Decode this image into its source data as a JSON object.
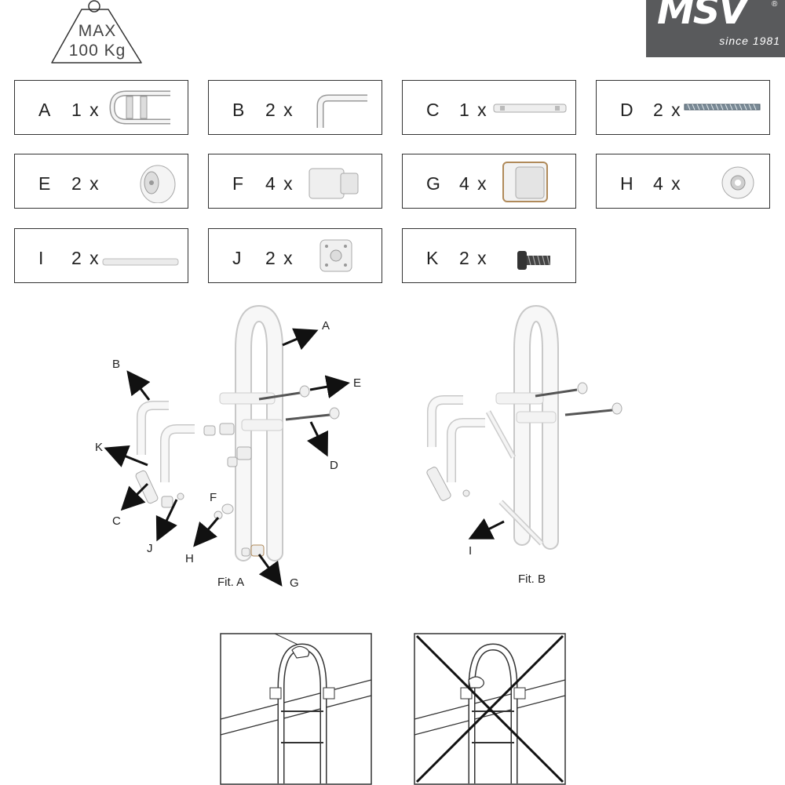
{
  "weight_icon": {
    "line1": "MAX",
    "line2": "100 Kg"
  },
  "logo": {
    "brand": "MSV",
    "registered": "®",
    "tagline": "since 1981"
  },
  "parts": [
    {
      "letter": "A",
      "qty": "1 x",
      "icon": "grab-bar-icon"
    },
    {
      "letter": "B",
      "qty": "2 x",
      "icon": "elbow-pipe-icon"
    },
    {
      "letter": "C",
      "qty": "1 x",
      "icon": "connector-bar-icon"
    },
    {
      "letter": "D",
      "qty": "2 x",
      "icon": "threaded-rod-icon"
    },
    {
      "letter": "E",
      "qty": "2 x",
      "icon": "dome-cap-icon"
    },
    {
      "letter": "F",
      "qty": "4 x",
      "icon": "spacer-sleeve-icon"
    },
    {
      "letter": "G",
      "qty": "4 x",
      "icon": "foot-sleeve-icon"
    },
    {
      "letter": "H",
      "qty": "4 x",
      "icon": "washer-ring-icon"
    },
    {
      "letter": "I",
      "qty": "2 x",
      "icon": "strip-pad-icon"
    },
    {
      "letter": "J",
      "qty": "2 x",
      "icon": "mount-plate-icon"
    },
    {
      "letter": "K",
      "qty": "2 x",
      "icon": "screw-icon"
    }
  ],
  "figures": {
    "fit_a": {
      "label": "Fit. A",
      "callouts": {
        "A": "A",
        "B": "B",
        "C": "C",
        "D": "D",
        "E": "E",
        "F": "F",
        "G": "G",
        "H": "H",
        "J": "J",
        "K": "K"
      }
    },
    "fit_b": {
      "label": "Fit. B",
      "callouts": {
        "I": "I"
      }
    }
  },
  "colors": {
    "logo_bg": "#595a5c",
    "border": "#333333",
    "part_fill": "#f2f2f2",
    "wrong_mark": "#111111"
  }
}
